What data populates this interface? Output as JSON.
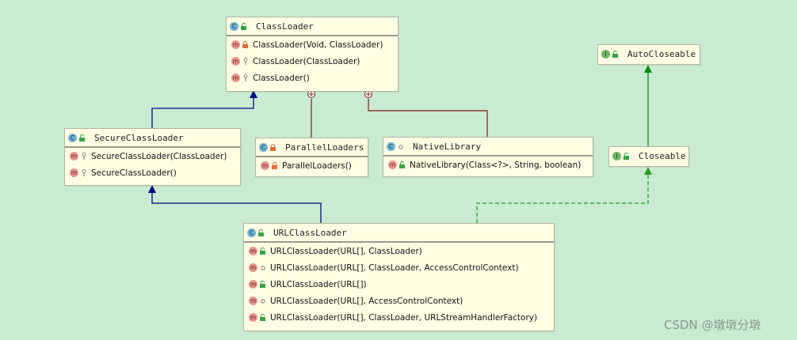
{
  "diagram": {
    "classes": {
      "classloader": {
        "kind": "C",
        "name": "ClassLoader",
        "members": [
          {
            "kind": "m",
            "visibility": "private",
            "signature": "ClassLoader(Void, ClassLoader)"
          },
          {
            "kind": "m",
            "visibility": "protected",
            "signature": "ClassLoader(ClassLoader)"
          },
          {
            "kind": "m",
            "visibility": "protected",
            "signature": "ClassLoader()"
          }
        ]
      },
      "secureclassloader": {
        "kind": "C",
        "name": "SecureClassLoader",
        "members": [
          {
            "kind": "m",
            "visibility": "protected",
            "signature": "SecureClassLoader(ClassLoader)"
          },
          {
            "kind": "m",
            "visibility": "protected",
            "signature": "SecureClassLoader()"
          }
        ]
      },
      "parallelloaders": {
        "kind": "C",
        "name": "ParallelLoaders",
        "members": [
          {
            "kind": "m",
            "visibility": "private",
            "signature": "ParallelLoaders()"
          }
        ]
      },
      "nativelibrary": {
        "kind": "C",
        "name": "NativeLibrary",
        "members": [
          {
            "kind": "m",
            "visibility": "public",
            "signature": "NativeLibrary(Class<?>, String, boolean)"
          }
        ]
      },
      "autocloseable": {
        "kind": "I",
        "name": "AutoCloseable",
        "members": []
      },
      "closeable": {
        "kind": "I",
        "name": "Closeable",
        "members": []
      },
      "urlclassloader": {
        "kind": "C",
        "name": "URLClassLoader",
        "members": [
          {
            "kind": "m",
            "visibility": "public",
            "signature": "URLClassLoader(URL[], ClassLoader)"
          },
          {
            "kind": "m",
            "visibility": "package",
            "signature": "URLClassLoader(URL[], ClassLoader, AccessControlContext)"
          },
          {
            "kind": "m",
            "visibility": "public",
            "signature": "URLClassLoader(URL[])"
          },
          {
            "kind": "m",
            "visibility": "package",
            "signature": "URLClassLoader(URL[], AccessControlContext)"
          },
          {
            "kind": "m",
            "visibility": "public",
            "signature": "URLClassLoader(URL[], ClassLoader, URLStreamHandlerFactory)"
          }
        ]
      }
    },
    "relations": [
      {
        "from": "SecureClassLoader",
        "to": "ClassLoader",
        "type": "extends"
      },
      {
        "from": "URLClassLoader",
        "to": "SecureClassLoader",
        "type": "extends"
      },
      {
        "from": "ParallelLoaders",
        "to": "ClassLoader",
        "type": "inner-class"
      },
      {
        "from": "NativeLibrary",
        "to": "ClassLoader",
        "type": "inner-class"
      },
      {
        "from": "Closeable",
        "to": "AutoCloseable",
        "type": "extends"
      },
      {
        "from": "URLClassLoader",
        "to": "Closeable",
        "type": "implements"
      }
    ],
    "colors": {
      "background": "#c9ebd1",
      "box_fill": "#ffffe4",
      "extends_class": "#000e86",
      "extends_interface": "#0b8a12",
      "implements": "#2e9a2e",
      "inner": "#7a1f1f"
    }
  },
  "watermark": "CSDN @墩墩分墩"
}
